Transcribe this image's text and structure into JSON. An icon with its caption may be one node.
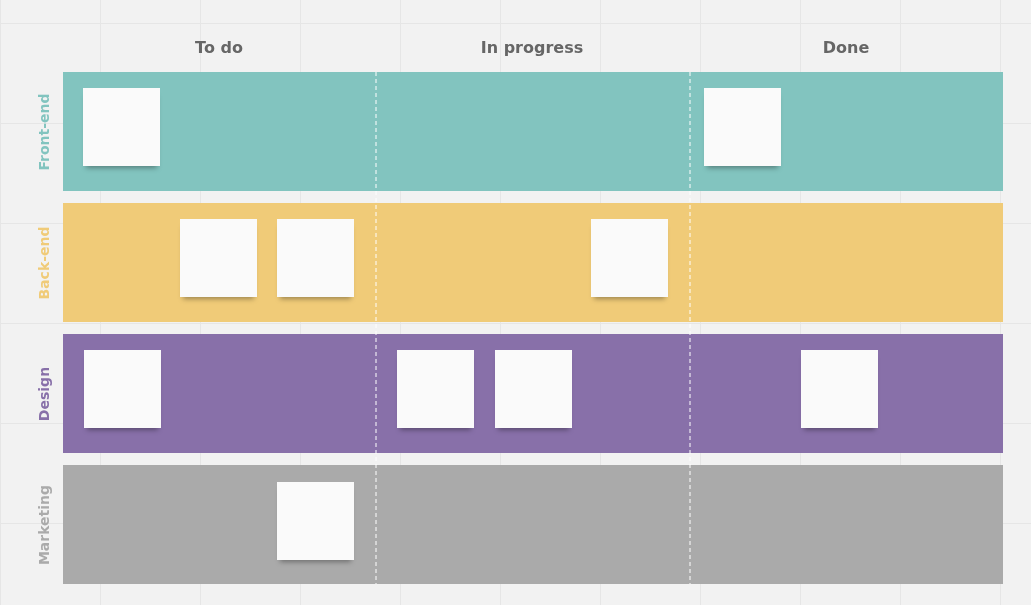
{
  "diagram": {
    "nodes": [
      {
        "text": [
          "Front-end"
        ]
      },
      {
        "text": [],
        "shape": "box",
        "in": 0
      },
      {
        "text": [],
        "shape": "box",
        "in": 0
      },
      {
        "text": [
          "Back-end"
        ]
      },
      {
        "text": [],
        "shape": "box",
        "in": 3
      },
      {
        "text": [],
        "shape": "box",
        "in": 3
      },
      {
        "text": [],
        "shape": "box",
        "in": 3
      },
      {
        "text": [
          "Design"
        ]
      },
      {
        "text": [],
        "shape": "box",
        "in": 7
      },
      {
        "text": [],
        "shape": "box",
        "in": 7
      },
      {
        "text": [],
        "shape": "box",
        "in": 7
      },
      {
        "text": [],
        "shape": "box",
        "in": 7
      },
      {
        "text": [
          "Marketing"
        ]
      },
      {
        "text": [],
        "shape": "box",
        "in": 12
      }
    ],
    "labels": [
      "To do",
      "In progress",
      "Done"
    ]
  }
}
